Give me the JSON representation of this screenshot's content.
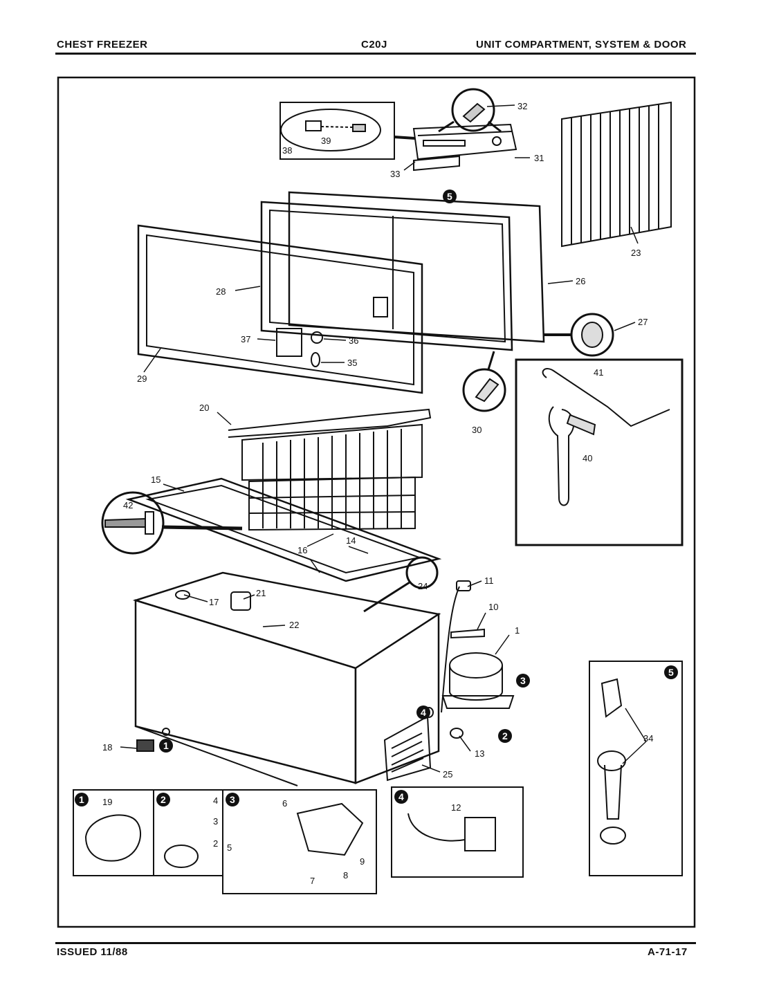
{
  "header": {
    "left": "CHEST FREEZER",
    "center": "C20J",
    "right": "UNIT COMPARTMENT, SYSTEM & DOOR"
  },
  "footer": {
    "left": "ISSUED 11/88",
    "right": "A-71-17"
  },
  "parts": {
    "p1": "1",
    "p2": "2",
    "p3": "3",
    "p4": "4",
    "p5": "5",
    "p6": "6",
    "p7": "7",
    "p8": "8",
    "p9": "9",
    "p10": "10",
    "p11": "11",
    "p12": "12",
    "p13": "13",
    "p14": "14",
    "p15": "15",
    "p16": "16",
    "p17": "17",
    "p18": "18",
    "p19": "19",
    "p20": "20",
    "p21": "21",
    "p22": "22",
    "p23": "23",
    "p24": "24",
    "p25": "25",
    "p26": "26",
    "p27": "27",
    "p28": "28",
    "p29": "29",
    "p30": "30",
    "p31": "31",
    "p32": "32",
    "p33": "33",
    "p34": "34",
    "p35": "35",
    "p36": "36",
    "p37": "37",
    "p38": "38",
    "p39": "39",
    "p40": "40",
    "p41": "41",
    "p42": "42"
  },
  "badges": {
    "b1": "1",
    "b2": "2",
    "b3": "3",
    "b4": "4",
    "b5": "5"
  }
}
